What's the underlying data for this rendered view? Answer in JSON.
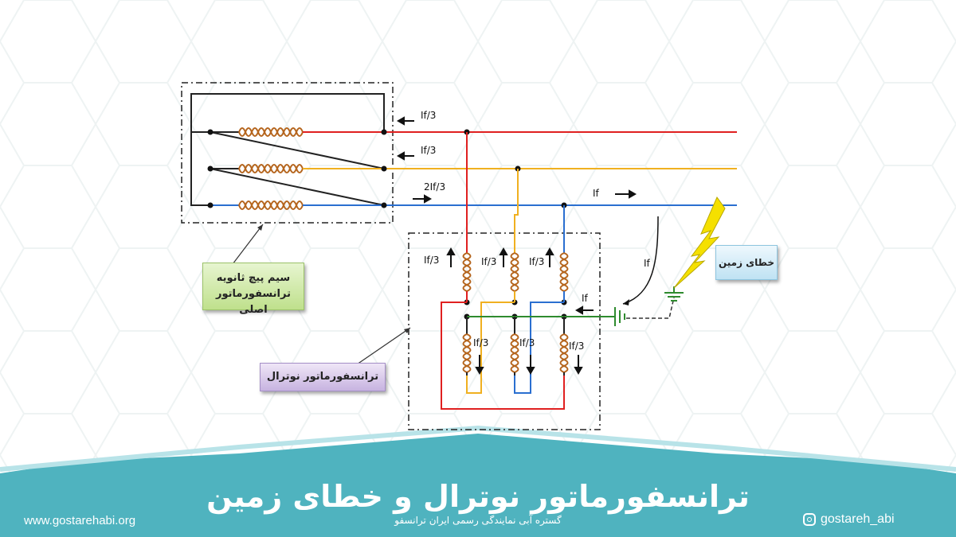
{
  "title": "ترانسفورماتور نوترال و خطای زمین",
  "subtitle": "گستره آبی نمایندگی رسمی ایران ترانسفو",
  "website": "www.gostarehabi.org",
  "instagram": {
    "icon": "instagram-icon",
    "handle": "gostareh_abi"
  },
  "labels": {
    "secondary_winding_line1": "سیم پیچ ثانویه",
    "secondary_winding_line2": "ترانسفورماتور اصلی",
    "neutral_transformer": "ترانسفورماتور نوترال",
    "ground_fault": "خطای زمین"
  },
  "currents": {
    "line_red": "If/3",
    "line_yellow": "If/3",
    "line_blue": "2If/3",
    "fault_line": "If",
    "fault_return": "If",
    "ground_return": "If",
    "zz_upper_1": "If/3",
    "zz_upper_2": "If/3",
    "zz_upper_3": "If/3",
    "zz_lower_1": "If/3",
    "zz_lower_2": "If/3",
    "zz_lower_3": "If/3"
  },
  "colors": {
    "phase_red": "#e02020",
    "phase_yellow": "#f0b020",
    "phase_blue": "#2a6fd0",
    "neutral_green": "#2e8b2e",
    "coil": "#b5651d",
    "footer": "#4fb3bf",
    "lightning": "#f5e000"
  }
}
